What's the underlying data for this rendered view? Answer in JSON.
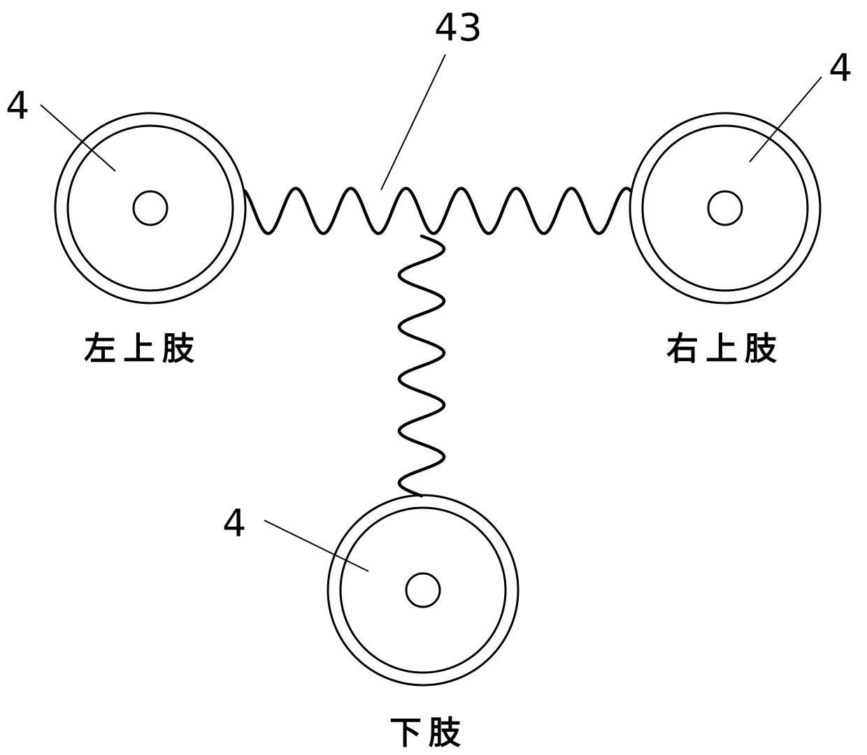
{
  "diagram": {
    "spring_label": "43",
    "wheels": {
      "left_upper": {
        "ref": "4",
        "label": "左上肢"
      },
      "right_upper": {
        "ref": "4",
        "label": "右上肢"
      },
      "lower": {
        "ref": "4",
        "label": "下肢"
      }
    }
  }
}
